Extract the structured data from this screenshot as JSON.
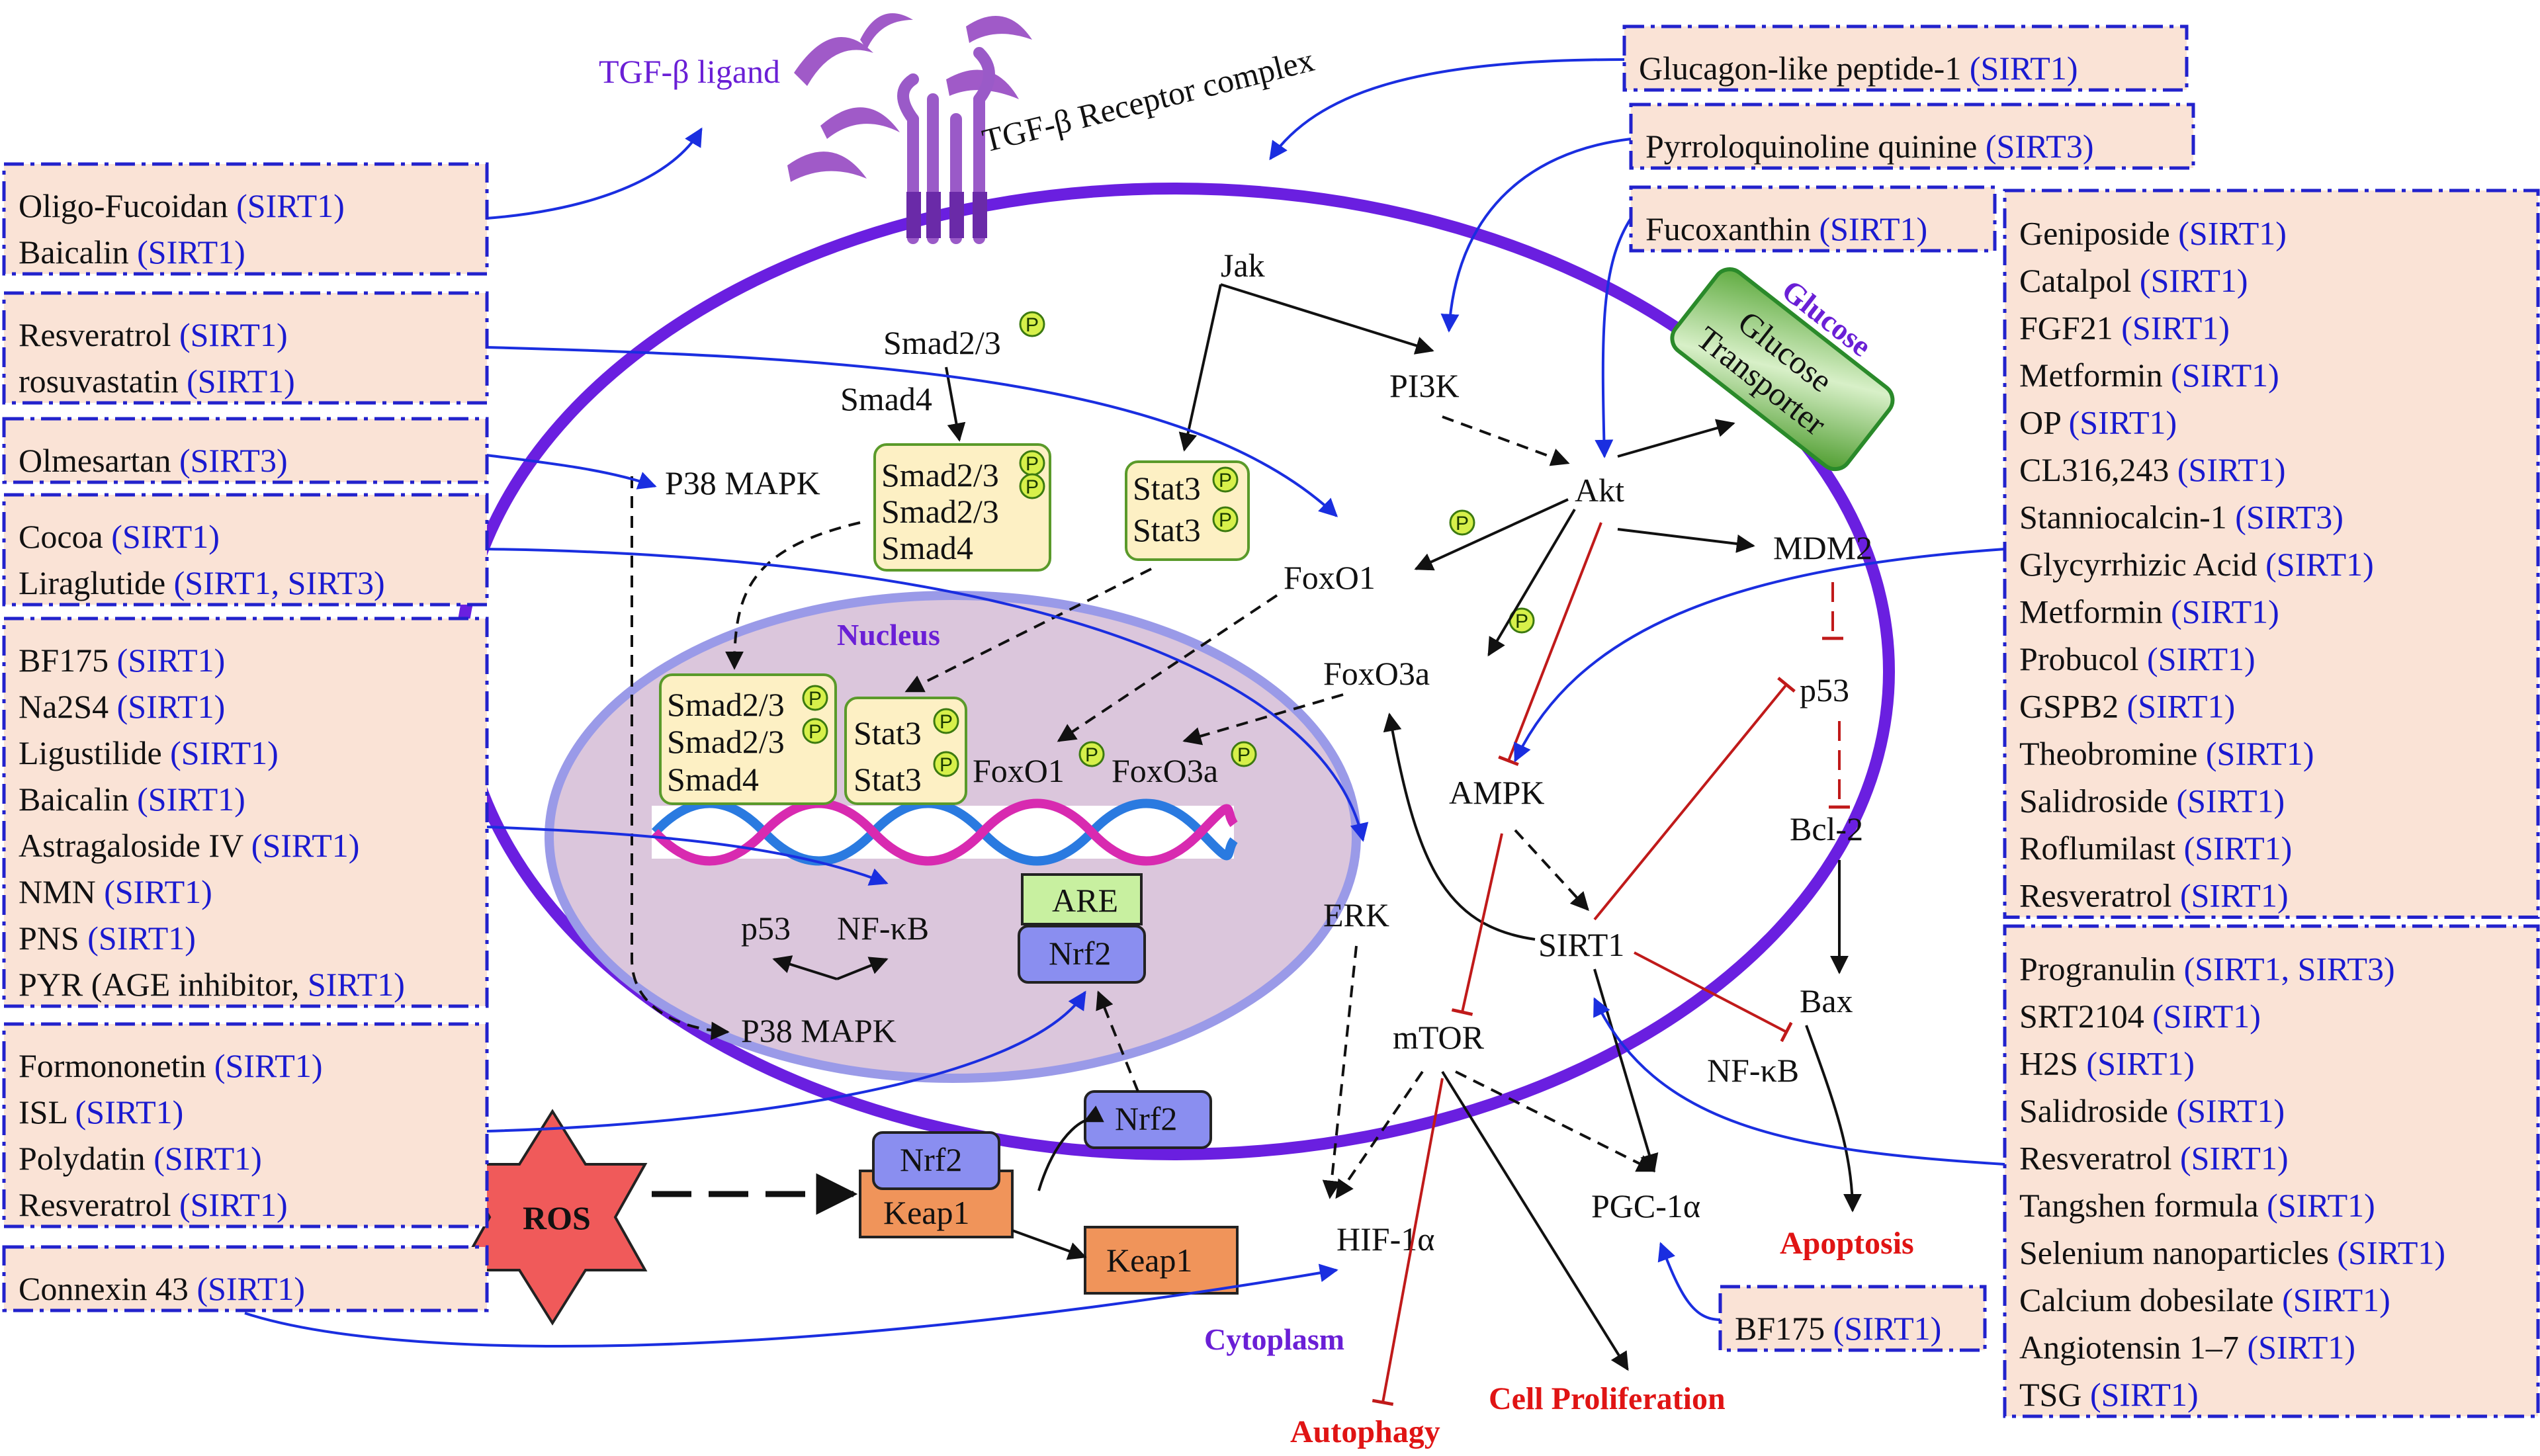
{
  "membrane_labels": {
    "tgf_ligand": "TGF-β ligand",
    "receptor_complex": "TGF-β Receptor complex",
    "nucleus": "Nucleus",
    "cytoplasm": "Cytoplasm",
    "glucose": "Glucose",
    "glucose_transporter_1": "Glucose",
    "glucose_transporter_2": "Transporter"
  },
  "nodes": {
    "jak": "Jak",
    "pi3k": "PI3K",
    "akt": "Akt",
    "smad23": "Smad2/3",
    "smad4": "Smad4",
    "p38_cyto": "P38 MAPK",
    "foxo1": "FoxO1",
    "foxo3a": "FoxO3a",
    "mdm2": "MDM2",
    "p53_cyto": "p53",
    "bcl2": "Bcl-2",
    "bax": "Bax",
    "ampk": "AMPK",
    "sirt1": "SIRT1",
    "nfkb_cyto": "NF-κB",
    "mtor": "mTOR",
    "erk": "ERK",
    "hif1a": "HIF-1α",
    "pgc1a": "PGC-1α",
    "nrf2": "Nrf2",
    "keap1": "Keap1",
    "ros": "ROS",
    "are": "ARE",
    "p53_nuc": "p53",
    "nfkb_nuc": "NF-κB",
    "p38_nuc": "P38 MAPK",
    "foxo1_nuc": "FoxO1",
    "foxo3a_nuc": "FoxO3a",
    "stat3": "Stat3",
    "p": "P"
  },
  "outcomes": {
    "apoptosis": "Apoptosis",
    "autophagy": "Autophagy",
    "proliferation": "Cell Proliferation"
  },
  "left_boxes": [
    [
      [
        "Oligo-Fucoidan ",
        "(SIRT1)"
      ],
      [
        "Baicalin ",
        "(SIRT1)"
      ]
    ],
    [
      [
        "Resveratrol ",
        "(SIRT1)"
      ],
      [
        "rosuvastatin ",
        "(SIRT1)"
      ]
    ],
    [
      [
        "Olmesartan ",
        "(SIRT3)"
      ]
    ],
    [
      [
        "Cocoa ",
        "(SIRT1)"
      ],
      [
        "Liraglutide ",
        "(SIRT1, SIRT3)"
      ]
    ],
    [
      [
        "BF175 ",
        "(SIRT1)"
      ],
      [
        "Na2S4 ",
        "(SIRT1)"
      ],
      [
        "Ligustilide ",
        "(SIRT1)"
      ],
      [
        "Baicalin ",
        "(SIRT1)"
      ],
      [
        "Astragaloside IV ",
        "(SIRT1)"
      ],
      [
        "NMN ",
        "(SIRT1)"
      ],
      [
        "PNS ",
        "(SIRT1)"
      ],
      [
        "PYR (AGE inhibitor, ",
        "SIRT1)"
      ]
    ],
    [
      [
        "Formononetin ",
        "(SIRT1)"
      ],
      [
        "ISL ",
        "(SIRT1)"
      ],
      [
        "Polydatin ",
        "(SIRT1)"
      ],
      [
        "Resveratrol ",
        "(SIRT1)"
      ]
    ],
    [
      [
        "Connexin 43 ",
        "(SIRT1)"
      ]
    ]
  ],
  "top_boxes": [
    [
      [
        "Glucagon-like peptide-1 ",
        "(SIRT1)"
      ]
    ],
    [
      [
        "Pyrroloquinoline quinine ",
        "(SIRT3)"
      ]
    ],
    [
      [
        "Fucoxanthin ",
        "(SIRT1)"
      ]
    ]
  ],
  "right_boxes": [
    [
      [
        "Geniposide ",
        "(SIRT1)"
      ],
      [
        "Catalpol ",
        "(SIRT1)"
      ],
      [
        "FGF21 ",
        "(SIRT1)"
      ],
      [
        "Metformin ",
        "(SIRT1)"
      ],
      [
        "OP ",
        "(SIRT1)"
      ],
      [
        "CL316,243 ",
        "(SIRT1)"
      ],
      [
        "Stanniocalcin-1 ",
        "(SIRT3)"
      ],
      [
        "Glycyrrhizic Acid ",
        "(SIRT1)"
      ],
      [
        "Metformin ",
        "(SIRT1)"
      ],
      [
        "Probucol ",
        "(SIRT1)"
      ],
      [
        "GSPB2 ",
        "(SIRT1)"
      ],
      [
        "Theobromine ",
        "(SIRT1)"
      ],
      [
        "Salidroside ",
        "(SIRT1)"
      ],
      [
        "Roflumilast ",
        "(SIRT1)"
      ],
      [
        "Resveratrol ",
        "(SIRT1)"
      ]
    ],
    [
      [
        "Progranulin ",
        "(SIRT1, SIRT3)"
      ],
      [
        "SRT2104 ",
        "(SIRT1)"
      ],
      [
        "H2S ",
        "(SIRT1)"
      ],
      [
        "Salidroside ",
        "(SIRT1)"
      ],
      [
        "Resveratrol ",
        "(SIRT1)"
      ],
      [
        "Tangshen formula ",
        "(SIRT1)"
      ],
      [
        "Selenium nanoparticles ",
        "(SIRT1)"
      ],
      [
        "Calcium dobesilate ",
        "(SIRT1)"
      ],
      [
        "Angiotensin 1–7 ",
        "(SIRT1)"
      ],
      [
        "TSG ",
        "(SIRT1)"
      ]
    ]
  ],
  "bottom_box": [
    [
      "BF175 ",
      "(SIRT1)"
    ]
  ]
}
